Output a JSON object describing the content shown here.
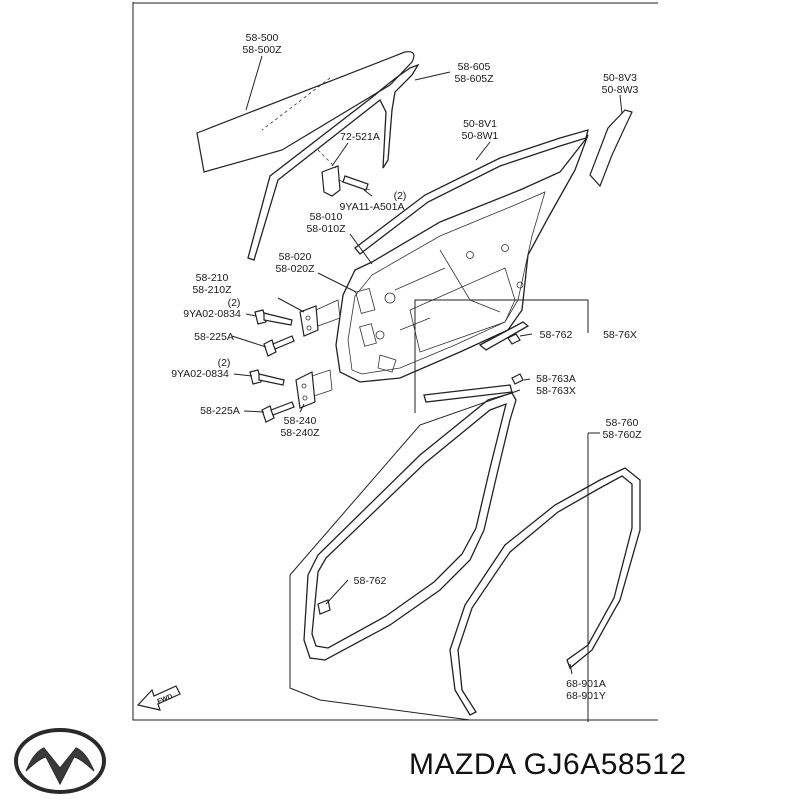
{
  "diagram": {
    "labels": {
      "glass": [
        "58-500",
        "58-500Z"
      ],
      "channel": [
        "58-605",
        "58-605Z"
      ],
      "garnish_rear": [
        "50-8V3",
        "50-8W3"
      ],
      "molding_top": [
        "50-8V1",
        "50-8W1"
      ],
      "holder": "72-521A",
      "holder_bolt_qty": "(2)",
      "holder_bolt": "9YA11-A501A",
      "door_panel": [
        "58-010",
        "58-010Z"
      ],
      "regulator": [
        "58-020",
        "58-020Z"
      ],
      "upper_hinge": [
        "58-210",
        "58-210Z"
      ],
      "upper_bolt_qty": "(2)",
      "upper_bolt": "9YA02-0834",
      "upper_hinge_screw": "58-225A",
      "lower_bolt_qty": "(2)",
      "lower_bolt": "9YA02-0834",
      "lower_hinge_screw": "58-225A",
      "lower_hinge": [
        "58-240",
        "58-240Z"
      ],
      "clip_upper": "58-762",
      "weatherstrip_outer": "58-76X",
      "clip_set": [
        "58-763A",
        "58-763X"
      ],
      "weatherstrip_main": [
        "58-760",
        "58-760Z"
      ],
      "clip_lower": "58-762",
      "body_seal": [
        "68-901A",
        "68-901Y"
      ],
      "fwd": "FWD"
    }
  },
  "footer": {
    "brand_icon": "mazda-logo-icon",
    "part_text": "MAZDA GJ6A58512"
  }
}
